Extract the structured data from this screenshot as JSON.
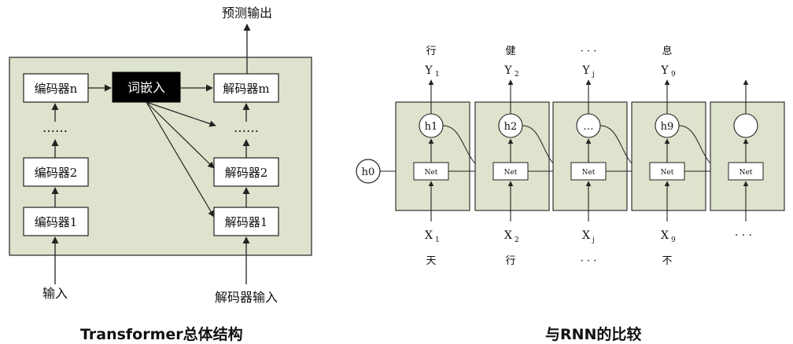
{
  "transformer": {
    "caption": "Transformer总体结构",
    "output_label": "预测输出",
    "input_label": "输入",
    "decoder_input_label": "解码器输入",
    "embedding_label": "词嵌入",
    "ellipsis": "……",
    "encoders": [
      "编码器n",
      "编码器2",
      "编码器1"
    ],
    "decoders": [
      "解码器m",
      "解码器2",
      "解码器1"
    ]
  },
  "rnn": {
    "caption": "与RNN的比较",
    "initial_state": "h0",
    "cell_label": "Net",
    "steps": [
      {
        "hidden": "h1",
        "y_main": "Y",
        "y_sub": "1",
        "out_char": "行",
        "x_main": "X",
        "x_sub": "1",
        "in_char": "天"
      },
      {
        "hidden": "h2",
        "y_main": "Y",
        "y_sub": "2",
        "out_char": "健",
        "x_main": "X",
        "x_sub": "2",
        "in_char": "行"
      },
      {
        "hidden": "…",
        "y_main": "Y",
        "y_sub": "j",
        "out_char": "· · ·",
        "x_main": "X",
        "x_sub": "j",
        "in_char": "· · ·"
      },
      {
        "hidden": "h9",
        "y_main": "Y",
        "y_sub": "9",
        "out_char": "息",
        "x_main": "X",
        "x_sub": "9",
        "in_char": "不"
      },
      {
        "hidden": "",
        "y_main": "",
        "y_sub": "",
        "out_char": "",
        "x_main": "· · ·",
        "x_sub": "",
        "in_char": ""
      }
    ]
  },
  "colors": {
    "panel_fill": "#dde3cc",
    "embedding_fill": "#000000",
    "stroke": "#222222"
  }
}
